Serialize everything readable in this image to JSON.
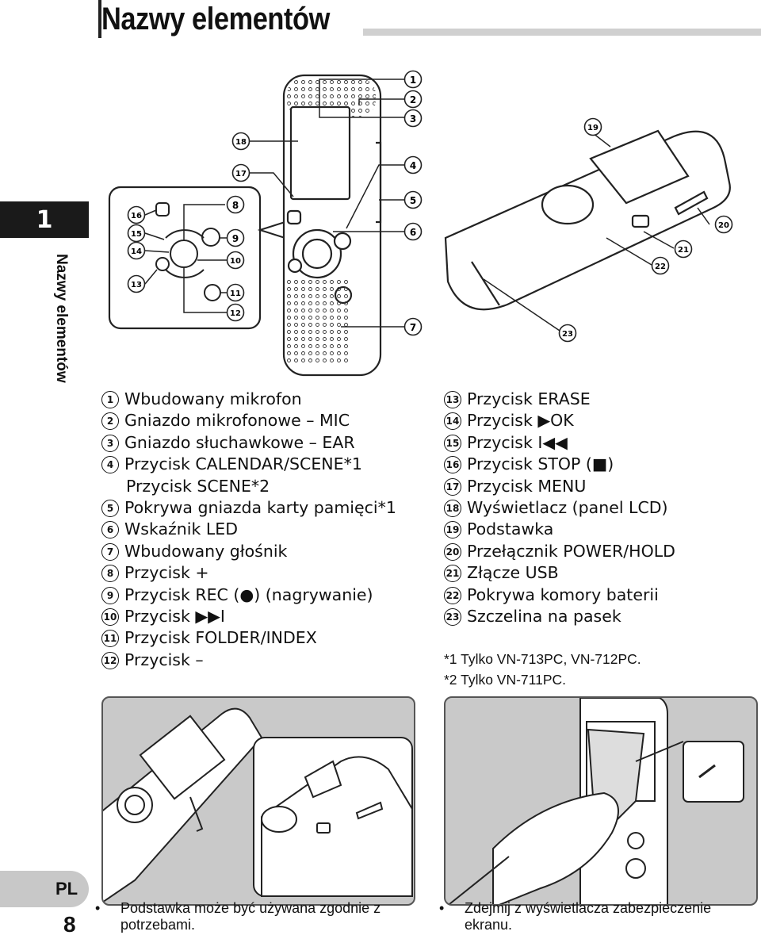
{
  "header": {
    "title": "Nazwy elementów"
  },
  "chapter": {
    "number": "1",
    "side_label": "Nazwy elementów"
  },
  "callouts": [
    "1",
    "2",
    "3",
    "4",
    "5",
    "6",
    "7",
    "8",
    "9",
    "10",
    "11",
    "12",
    "13",
    "14",
    "15",
    "16",
    "17",
    "18",
    "19",
    "20",
    "21",
    "22",
    "23"
  ],
  "items_left": [
    {
      "n": "1",
      "text": "Wbudowany mikrofon"
    },
    {
      "n": "2",
      "text": "Gniazdo mikrofonowe – MIC"
    },
    {
      "n": "3",
      "text": "Gniazdo słuchawkowe – EAR"
    },
    {
      "n": "4",
      "text": "Przycisk CALENDAR/SCENE*1"
    },
    {
      "n": "",
      "text": "Przycisk SCENE*2"
    },
    {
      "n": "5",
      "text": "Pokrywa gniazda karty pamięci*1"
    },
    {
      "n": "6",
      "text": "Wskaźnik LED"
    },
    {
      "n": "7",
      "text": "Wbudowany głośnik"
    },
    {
      "n": "8",
      "text": "Przycisk +"
    },
    {
      "n": "9",
      "text": "Przycisk REC (●) (nagrywanie)"
    },
    {
      "n": "10",
      "text": "Przycisk ▶▶I"
    },
    {
      "n": "11",
      "text": "Przycisk FOLDER/INDEX"
    },
    {
      "n": "12",
      "text": "Przycisk –"
    }
  ],
  "items_right": [
    {
      "n": "13",
      "text": "Przycisk ERASE"
    },
    {
      "n": "14",
      "text": "Przycisk ▶OK"
    },
    {
      "n": "15",
      "text": "Przycisk I◀◀"
    },
    {
      "n": "16",
      "text": "Przycisk STOP (■)"
    },
    {
      "n": "17",
      "text": "Przycisk MENU"
    },
    {
      "n": "18",
      "text": "Wyświetlacz (panel LCD)"
    },
    {
      "n": "19",
      "text": "Podstawka"
    },
    {
      "n": "20",
      "text": "Przełącznik POWER/HOLD"
    },
    {
      "n": "21",
      "text": "Złącze USB"
    },
    {
      "n": "22",
      "text": "Pokrywa komory baterii"
    },
    {
      "n": "23",
      "text": "Szczelina na pasek"
    }
  ],
  "notes": [
    "*1 Tylko VN-713PC, VN-712PC.",
    "*2 Tylko VN-711PC."
  ],
  "footer": {
    "lang": "PL",
    "page": "8",
    "bullet_left": "Podstawka może być używana zgodnie z potrzebami.",
    "bullet_right": "Zdejmij z wyświetlacza zabezpieczenie ekranu."
  },
  "colors": {
    "dark": "#1a1a1a",
    "gray_bar": "#d0d0d0",
    "panel_bg": "#c9c9c9"
  }
}
